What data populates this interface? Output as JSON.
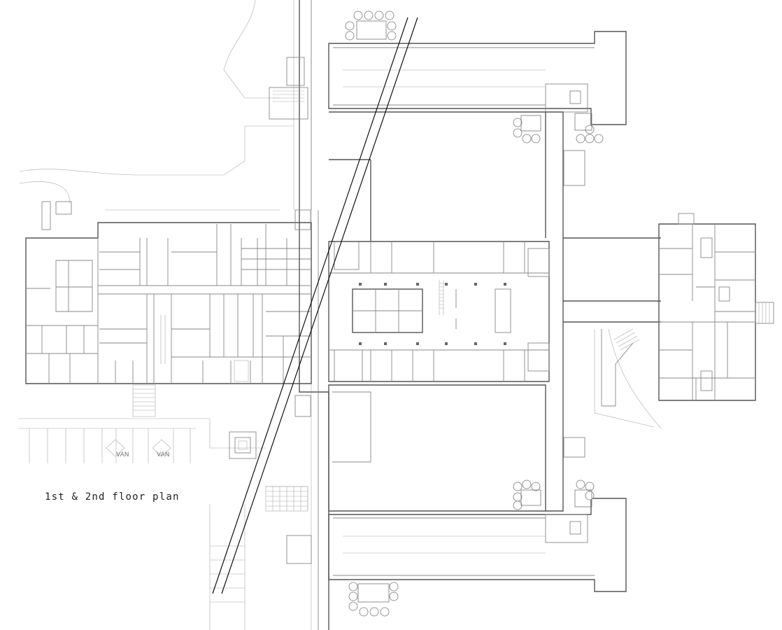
{
  "plan": {
    "title": "1st & 2nd floor plan",
    "parking_labels": [
      "VAN",
      "VAN"
    ]
  }
}
